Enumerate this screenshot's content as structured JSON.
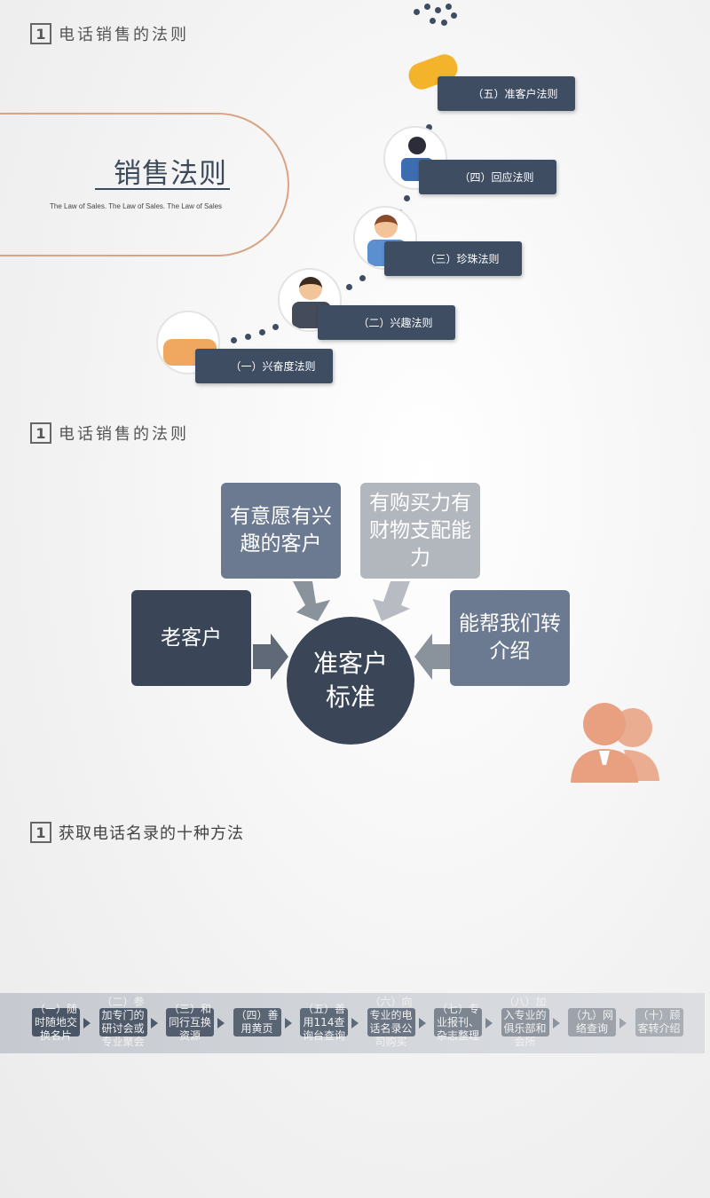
{
  "slide1": {
    "header_num": "1",
    "header": "电话销售的法则",
    "title": "销售法则",
    "subtitle": "The Law of Sales. The Law of Sales. The Law of Sales",
    "steps": [
      "（五）准客户法则",
      "（四）回应法则",
      "（三）珍珠法则",
      "（二）兴趣法则",
      "（一）兴奋度法则"
    ],
    "step_color": "#3f4d63",
    "accent": "#d9a484"
  },
  "slide2": {
    "header_num": "1",
    "header": "电话销售的法则",
    "center": "准客户标准",
    "boxes": [
      "有意愿有兴趣的客户",
      "有购买力有财物支配能力",
      "老客户",
      "能帮我们转介绍"
    ],
    "icon": "user-group-icon",
    "icon_color": "#e8a080"
  },
  "slide3": {
    "header_num": "1",
    "header": "获取电话名录的十种方法",
    "methods": [
      "（一）随时随地交换名片",
      "（二）参加专门的研讨会或专业聚会",
      "（三）和同行互换资源",
      "（四）善用黄页",
      "（五）善用114查询台查询",
      "（六）向专业的电话名录公司购买",
      "（七）专业报刊、杂志整理",
      "（八）加入专业的俱乐部和会所",
      "（九）网络查询",
      "（十）顾客转介绍"
    ]
  }
}
